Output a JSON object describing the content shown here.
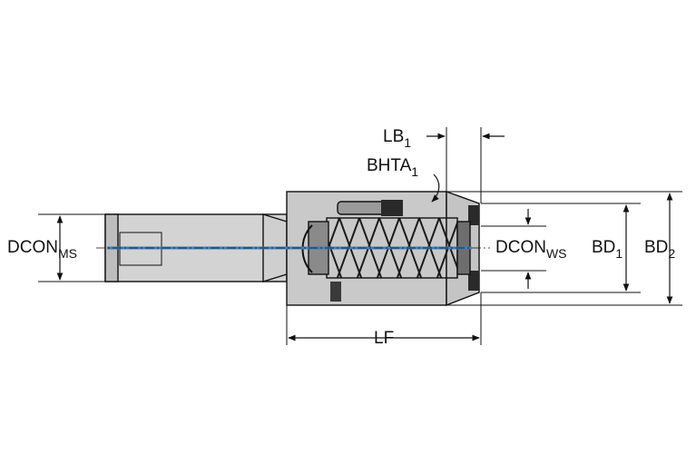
{
  "labels": {
    "dcon_ms_main": "DCON",
    "dcon_ms_sub": "MS",
    "dcon_ws_main": "DCON",
    "dcon_ws_sub": "WS",
    "bd1_main": "BD",
    "bd1_sub": "1",
    "bd2_main": "BD",
    "bd2_sub": "2",
    "lb1_main": "LB",
    "lb1_sub": "1",
    "bhta1_main": "BHTA",
    "bhta1_sub": "1",
    "lf": "LF"
  },
  "colors": {
    "body_fill": "#c9c9c9",
    "shank_fill": "#d3d3d3",
    "dark_part": "#2a2a2a",
    "coolant_channel": "#3f7fb8",
    "line": "#111111"
  }
}
